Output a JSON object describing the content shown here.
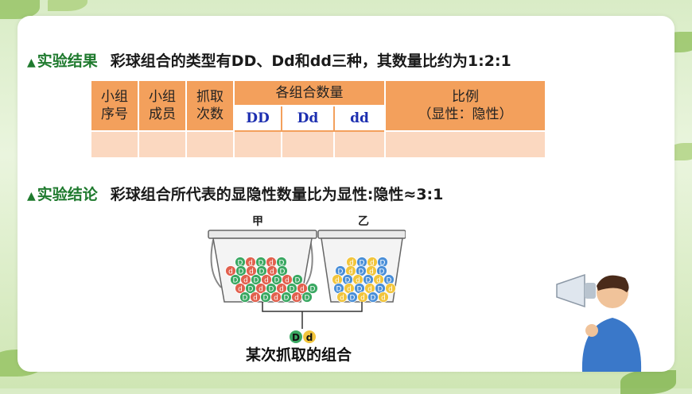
{
  "result": {
    "tag": "实验结果",
    "text": "彩球组合的类型有DD、Dd和dd三种，其数量比约为1:2:1"
  },
  "table": {
    "group_no": [
      "小组",
      "序号"
    ],
    "members": [
      "小组",
      "成员"
    ],
    "draw_count": [
      "抓取",
      "次数"
    ],
    "combo_count": "各组合数量",
    "ratio": [
      "比例",
      "（显性：隐性）"
    ],
    "sub_headers": [
      "DD",
      "Dd",
      "dd"
    ]
  },
  "conclusion": {
    "tag": "实验结论",
    "text": "彩球组合所代表的显隐性数量比为显性:隐性≈3:1"
  },
  "figure": {
    "bucket_a_label": "甲",
    "bucket_b_label": "乙",
    "ball_letter_big": "D",
    "ball_letter_small": "d",
    "drawn_left": "D",
    "drawn_right": "d",
    "caption": "某次抓取的组合",
    "colors": {
      "green_ball": "#3aa862",
      "red_ball": "#e2604e",
      "yellow_ball": "#f2c53c",
      "blue_ball": "#4a8fd8"
    }
  }
}
